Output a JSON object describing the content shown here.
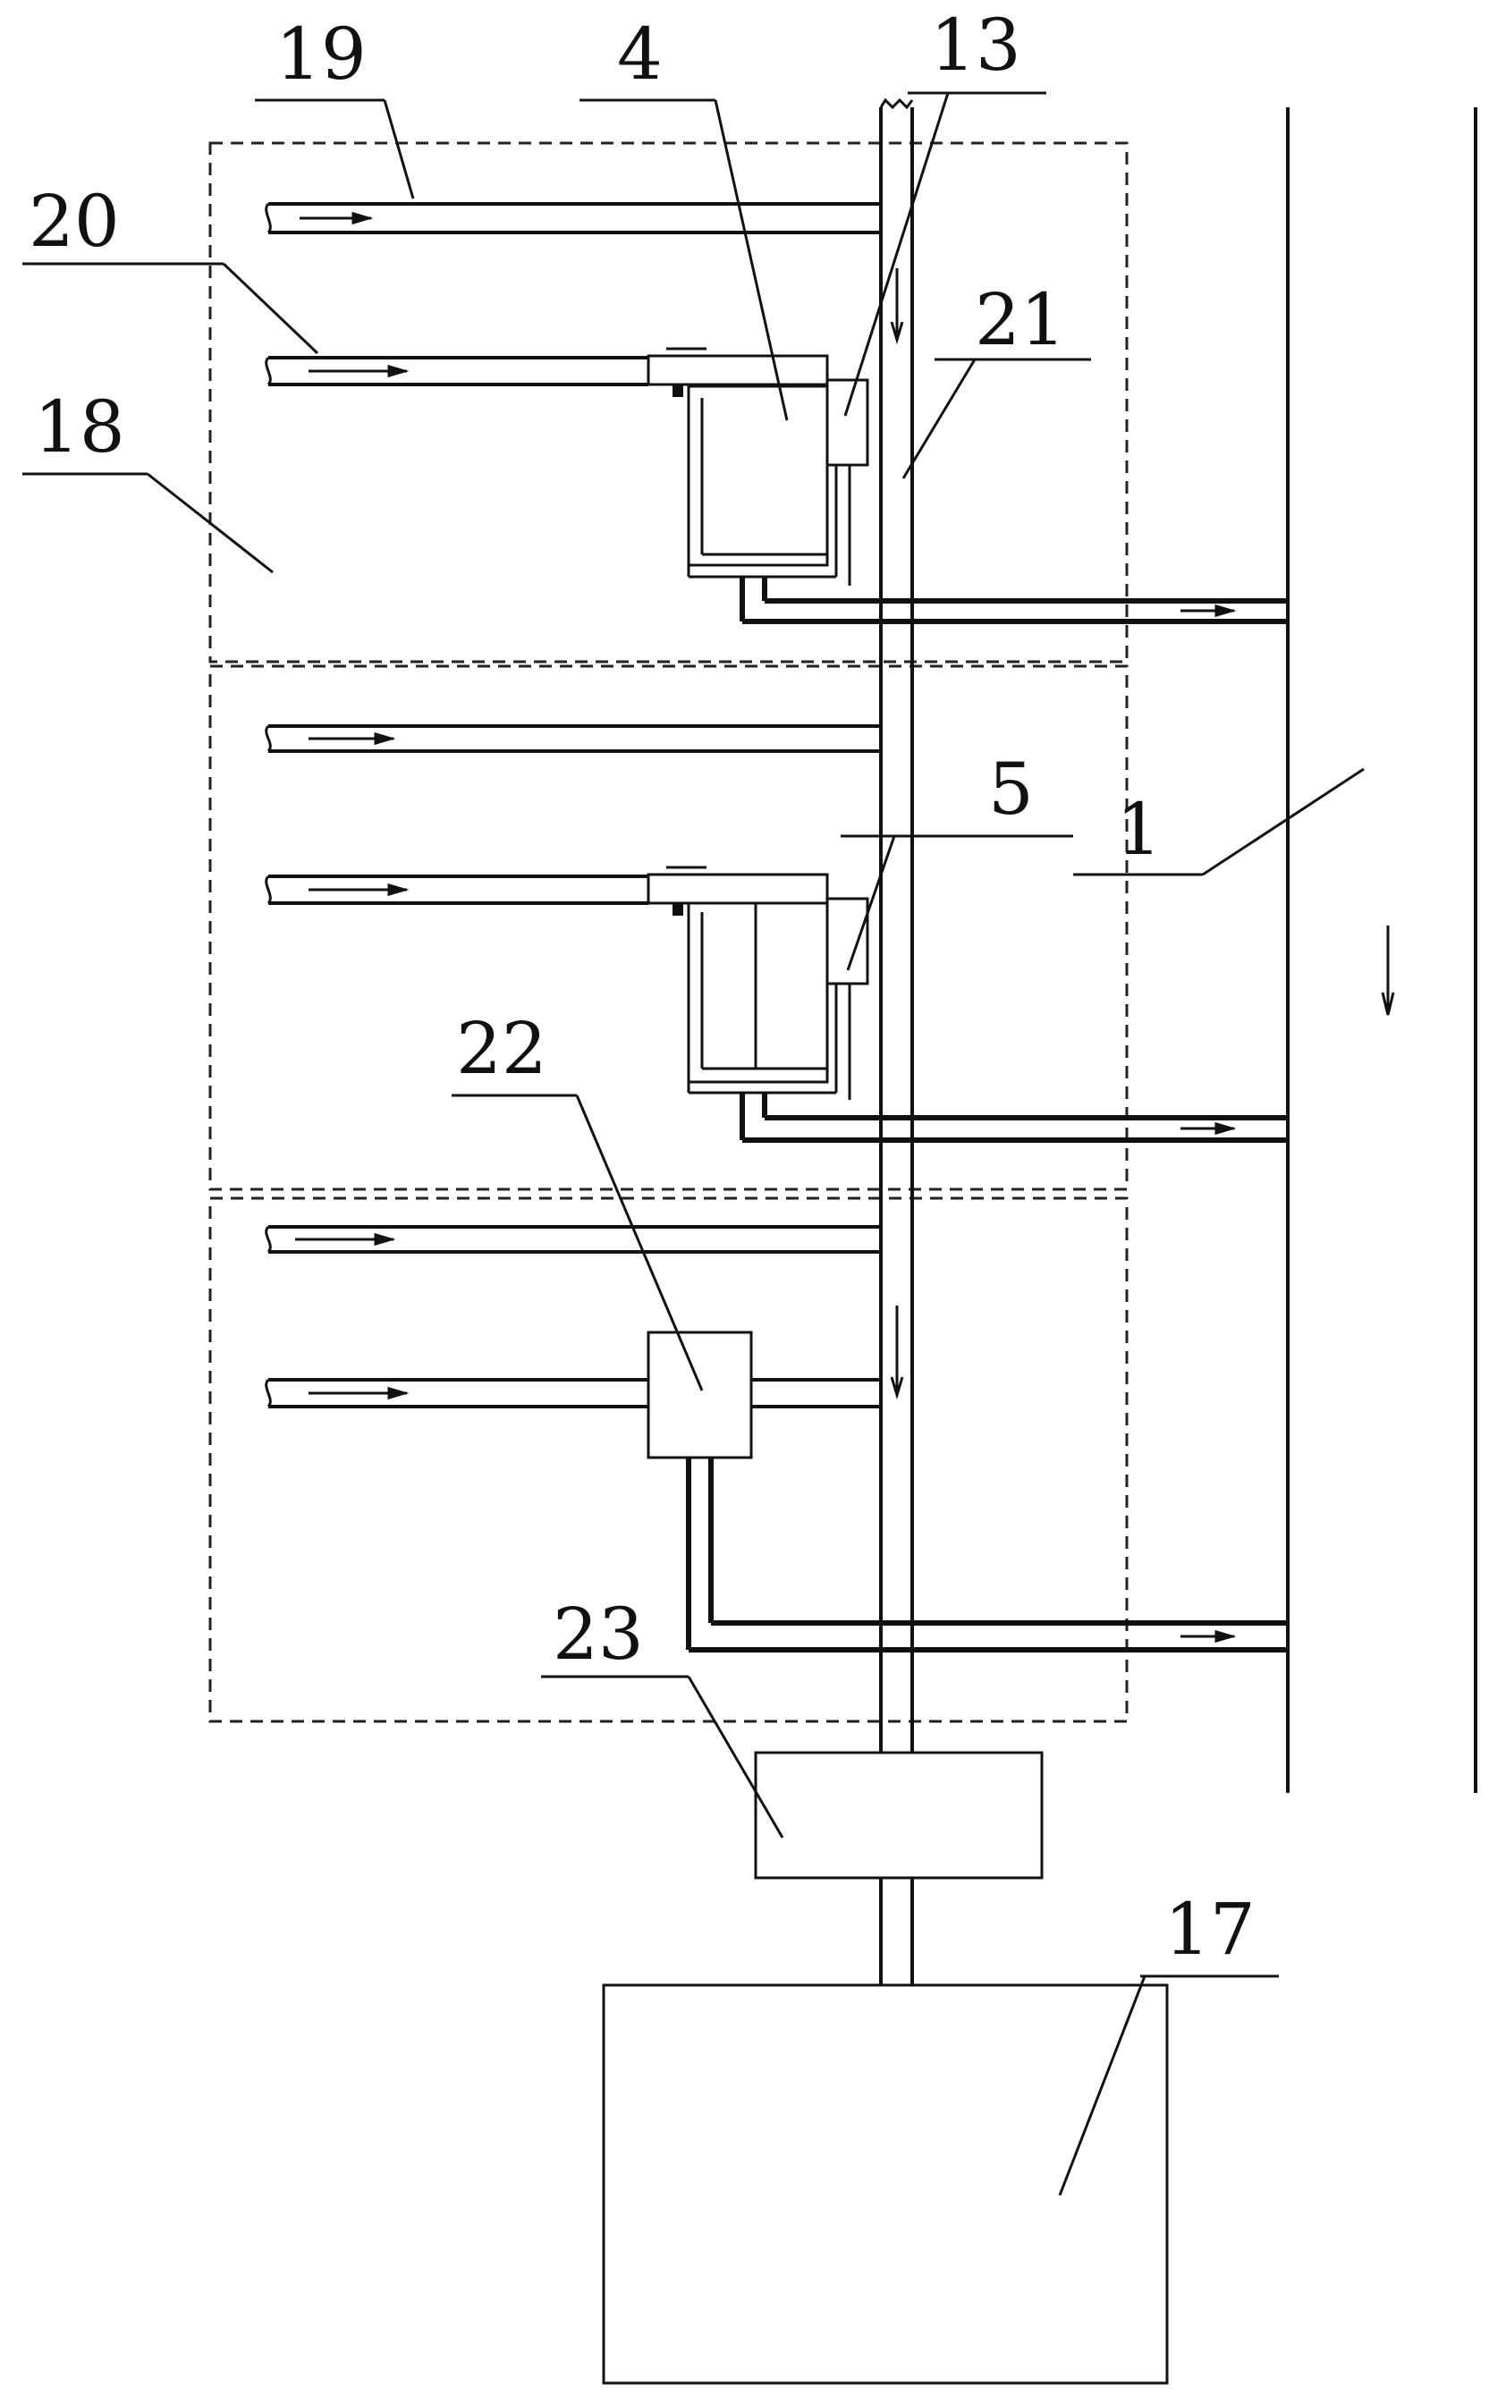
{
  "diagram": {
    "labels": {
      "l19": "19",
      "l4": "4",
      "l13": "13",
      "l20": "20",
      "l21": "21",
      "l18": "18",
      "l5": "5",
      "l1": "1",
      "l22": "22",
      "l23": "23",
      "l17": "17"
    }
  }
}
